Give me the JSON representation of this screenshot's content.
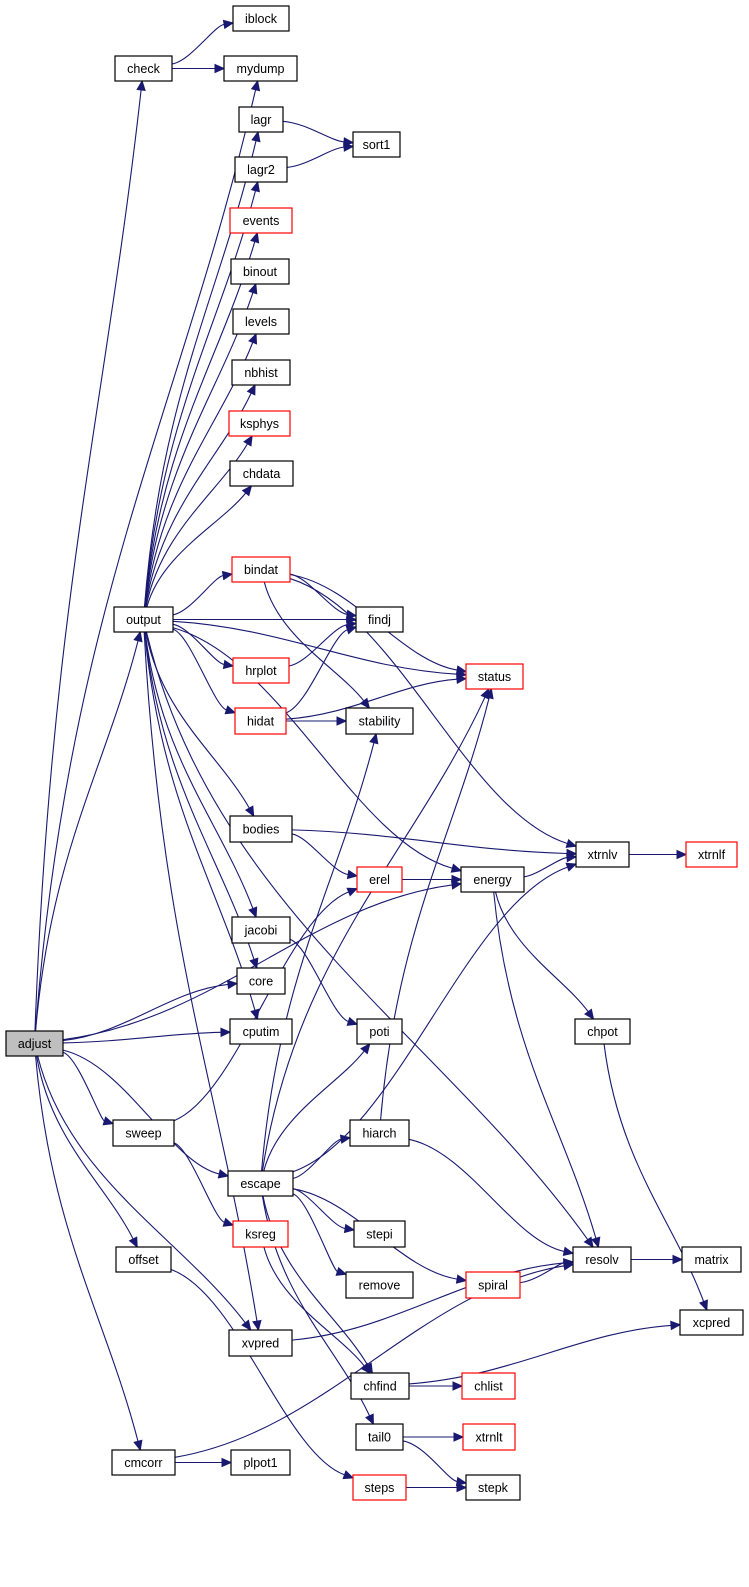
{
  "diagram": {
    "type": "call-graph",
    "root": "adjust",
    "colors": {
      "edge": "#191970",
      "node_border": "#000000",
      "node_border_incomplete": "#ff0000",
      "root_fill": "#bfbfbf",
      "node_fill": "#ffffff"
    },
    "nodes": [
      {
        "id": "adjust",
        "label": "adjust",
        "style": "root"
      },
      {
        "id": "check",
        "label": "check",
        "style": "normal"
      },
      {
        "id": "iblock",
        "label": "iblock",
        "style": "normal"
      },
      {
        "id": "mydump",
        "label": "mydump",
        "style": "normal"
      },
      {
        "id": "lagr",
        "label": "lagr",
        "style": "normal"
      },
      {
        "id": "sort1",
        "label": "sort1",
        "style": "normal"
      },
      {
        "id": "lagr2",
        "label": "lagr2",
        "style": "normal"
      },
      {
        "id": "events",
        "label": "events",
        "style": "red"
      },
      {
        "id": "binout",
        "label": "binout",
        "style": "normal"
      },
      {
        "id": "levels",
        "label": "levels",
        "style": "normal"
      },
      {
        "id": "nbhist",
        "label": "nbhist",
        "style": "normal"
      },
      {
        "id": "ksphys",
        "label": "ksphys",
        "style": "red"
      },
      {
        "id": "chdata",
        "label": "chdata",
        "style": "normal"
      },
      {
        "id": "bindat",
        "label": "bindat",
        "style": "red"
      },
      {
        "id": "output",
        "label": "output",
        "style": "normal"
      },
      {
        "id": "findj",
        "label": "findj",
        "style": "normal"
      },
      {
        "id": "hrplot",
        "label": "hrplot",
        "style": "red"
      },
      {
        "id": "status",
        "label": "status",
        "style": "red"
      },
      {
        "id": "hidat",
        "label": "hidat",
        "style": "red"
      },
      {
        "id": "stability",
        "label": "stability",
        "style": "normal"
      },
      {
        "id": "bodies",
        "label": "bodies",
        "style": "normal"
      },
      {
        "id": "xtrnlv",
        "label": "xtrnlv",
        "style": "normal"
      },
      {
        "id": "xtrnlf",
        "label": "xtrnlf",
        "style": "red"
      },
      {
        "id": "erel",
        "label": "erel",
        "style": "red"
      },
      {
        "id": "energy",
        "label": "energy",
        "style": "normal"
      },
      {
        "id": "jacobi",
        "label": "jacobi",
        "style": "normal"
      },
      {
        "id": "core",
        "label": "core",
        "style": "normal"
      },
      {
        "id": "cputim",
        "label": "cputim",
        "style": "normal"
      },
      {
        "id": "poti",
        "label": "poti",
        "style": "normal"
      },
      {
        "id": "chpot",
        "label": "chpot",
        "style": "normal"
      },
      {
        "id": "sweep",
        "label": "sweep",
        "style": "normal"
      },
      {
        "id": "hiarch",
        "label": "hiarch",
        "style": "normal"
      },
      {
        "id": "escape",
        "label": "escape",
        "style": "normal"
      },
      {
        "id": "ksreg",
        "label": "ksreg",
        "style": "red"
      },
      {
        "id": "stepi",
        "label": "stepi",
        "style": "normal"
      },
      {
        "id": "offset",
        "label": "offset",
        "style": "normal"
      },
      {
        "id": "resolv",
        "label": "resolv",
        "style": "normal"
      },
      {
        "id": "matrix",
        "label": "matrix",
        "style": "normal"
      },
      {
        "id": "remove",
        "label": "remove",
        "style": "normal"
      },
      {
        "id": "spiral",
        "label": "spiral",
        "style": "red"
      },
      {
        "id": "xcpred",
        "label": "xcpred",
        "style": "normal"
      },
      {
        "id": "xvpred",
        "label": "xvpred",
        "style": "normal"
      },
      {
        "id": "chfind",
        "label": "chfind",
        "style": "normal"
      },
      {
        "id": "chlist",
        "label": "chlist",
        "style": "red"
      },
      {
        "id": "tail0",
        "label": "tail0",
        "style": "normal"
      },
      {
        "id": "xtrnlt",
        "label": "xtrnlt",
        "style": "red"
      },
      {
        "id": "cmcorr",
        "label": "cmcorr",
        "style": "normal"
      },
      {
        "id": "plpot1",
        "label": "plpot1",
        "style": "normal"
      },
      {
        "id": "steps",
        "label": "steps",
        "style": "red"
      },
      {
        "id": "stepk",
        "label": "stepk",
        "style": "normal"
      }
    ],
    "edges": [
      [
        "adjust",
        "check"
      ],
      [
        "adjust",
        "mydump"
      ],
      [
        "adjust",
        "output"
      ],
      [
        "adjust",
        "core"
      ],
      [
        "adjust",
        "cputim"
      ],
      [
        "adjust",
        "energy"
      ],
      [
        "adjust",
        "sweep"
      ],
      [
        "adjust",
        "escape"
      ],
      [
        "adjust",
        "offset"
      ],
      [
        "adjust",
        "xvpred"
      ],
      [
        "adjust",
        "cmcorr"
      ],
      [
        "check",
        "iblock"
      ],
      [
        "check",
        "mydump"
      ],
      [
        "lagr",
        "sort1"
      ],
      [
        "lagr2",
        "sort1"
      ],
      [
        "output",
        "lagr"
      ],
      [
        "output",
        "lagr2"
      ],
      [
        "output",
        "events"
      ],
      [
        "output",
        "binout"
      ],
      [
        "output",
        "levels"
      ],
      [
        "output",
        "nbhist"
      ],
      [
        "output",
        "ksphys"
      ],
      [
        "output",
        "chdata"
      ],
      [
        "output",
        "bindat"
      ],
      [
        "output",
        "findj"
      ],
      [
        "output",
        "hrplot"
      ],
      [
        "output",
        "hidat"
      ],
      [
        "output",
        "status"
      ],
      [
        "output",
        "bodies"
      ],
      [
        "output",
        "energy"
      ],
      [
        "output",
        "jacobi"
      ],
      [
        "output",
        "core"
      ],
      [
        "output",
        "cputim"
      ],
      [
        "output",
        "resolv"
      ],
      [
        "output",
        "xvpred"
      ],
      [
        "bindat",
        "findj"
      ],
      [
        "bindat",
        "status"
      ],
      [
        "bindat",
        "stability"
      ],
      [
        "bindat",
        "xtrnlv"
      ],
      [
        "hrplot",
        "findj"
      ],
      [
        "hidat",
        "findj"
      ],
      [
        "hidat",
        "status"
      ],
      [
        "hidat",
        "stability"
      ],
      [
        "bodies",
        "erel"
      ],
      [
        "bodies",
        "xtrnlv"
      ],
      [
        "erel",
        "energy"
      ],
      [
        "energy",
        "xtrnlv"
      ],
      [
        "energy",
        "chpot"
      ],
      [
        "energy",
        "resolv"
      ],
      [
        "xtrnlv",
        "xtrnlf"
      ],
      [
        "jacobi",
        "poti"
      ],
      [
        "chpot",
        "xcpred"
      ],
      [
        "sweep",
        "ksreg"
      ],
      [
        "sweep",
        "erel"
      ],
      [
        "escape",
        "stability"
      ],
      [
        "escape",
        "poti"
      ],
      [
        "escape",
        "hiarch"
      ],
      [
        "escape",
        "xtrnlv"
      ],
      [
        "escape",
        "stepi"
      ],
      [
        "escape",
        "remove"
      ],
      [
        "escape",
        "spiral"
      ],
      [
        "escape",
        "chfind"
      ],
      [
        "escape",
        "tail0"
      ],
      [
        "escape",
        "status"
      ],
      [
        "hiarch",
        "status"
      ],
      [
        "hiarch",
        "resolv"
      ],
      [
        "ksreg",
        "chfind"
      ],
      [
        "offset",
        "steps"
      ],
      [
        "spiral",
        "resolv"
      ],
      [
        "resolv",
        "matrix"
      ],
      [
        "xvpred",
        "resolv"
      ],
      [
        "chfind",
        "chlist"
      ],
      [
        "chfind",
        "xcpred"
      ],
      [
        "tail0",
        "xtrnlt"
      ],
      [
        "tail0",
        "stepk"
      ],
      [
        "cmcorr",
        "plpot1"
      ],
      [
        "cmcorr",
        "resolv"
      ],
      [
        "steps",
        "stepk"
      ]
    ]
  }
}
